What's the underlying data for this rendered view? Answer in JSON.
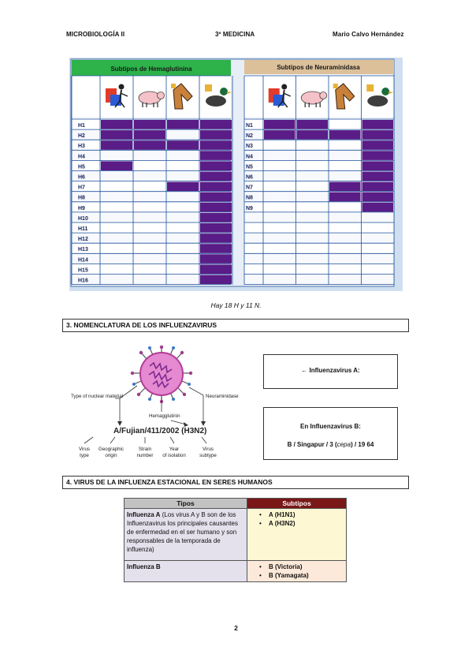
{
  "header": {
    "left": "MICROBIOLOGÍA II",
    "center": "3º MEDICINA",
    "right": "Mario Calvo Hernández"
  },
  "photo": {
    "hemagglutinin_title": "Subtipos de Hemaglutinina",
    "neuraminidase_title": "Subtipos de Neuraminidasa",
    "h_rows": [
      "H1",
      "H2",
      "H3",
      "H4",
      "H5",
      "H6",
      "H7",
      "H8",
      "H9",
      "H10",
      "H11",
      "H12",
      "H13",
      "H14",
      "H15",
      "H16"
    ],
    "n_rows": [
      "N1",
      "N2",
      "N3",
      "N4",
      "N5",
      "N6",
      "N7",
      "N8",
      "N9"
    ],
    "host_icons": [
      "human-icon",
      "pig-icon",
      "horse-icon",
      "bird-icon"
    ],
    "colors": {
      "purple": "#5a1c86",
      "green": "#2db34a",
      "tan": "#dcc09a",
      "grid": "#1d4f9a"
    }
  },
  "caption": "Hay 18 H y 11 N.",
  "section3": {
    "title": "3. NOMENCLATURA DE LOS INFLUENZAVIRUS"
  },
  "diagram": {
    "nuclear": "Type of nuclear material",
    "neuraminidase": "Neuraminidase",
    "hemagglutinin": "Hemagglutinin",
    "name": "A/Fujian/411/2002 (H3N2)",
    "virus_type": "Virus type",
    "geographic": "Geographic origin",
    "strain": "Strain number",
    "year": "Year of isolation",
    "subtype": "Virus subtype"
  },
  "box1": {
    "text": "← Influenzavirus A:"
  },
  "box2": {
    "title": "En Influenzavirus B:",
    "line_a": "B / Singapur / 3 (",
    "line_b": "cepa",
    "line_c": ") / 19 64"
  },
  "section4": {
    "title": "4. VIRUS DE LA INFLUENZA ESTACIONAL EN SERES HUMANOS"
  },
  "table": {
    "col_tipos": "Tipos",
    "col_subtipos": "Subtipos",
    "row1": {
      "tipo_bold": "Influenza A",
      "tipo_rest": " (Los virus A y B son de los Influenzavirus los principales causantes de enfermedad en el ser humano y son responsables de la temporada de influenza)",
      "subs": [
        "A (H1N1)",
        "A (H3N2)"
      ]
    },
    "row2": {
      "tipo": "Influenza B",
      "subs": [
        "B (Victoria)",
        "B (Yamagata)"
      ]
    },
    "colors": {
      "header_left": "#c2c2c2",
      "header_right": "#7a1818"
    }
  },
  "page_number": "2"
}
